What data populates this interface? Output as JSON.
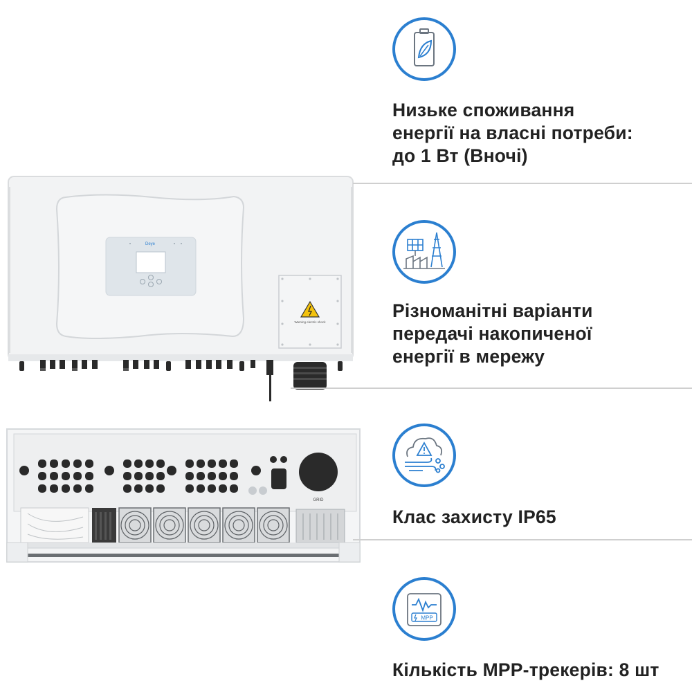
{
  "features": [
    {
      "icon": "battery-leaf-icon",
      "text": "Низьке споживання\nенергії на  власні потреби:\nдо 1 Вт (Вночі)"
    },
    {
      "icon": "solar-grid-icon",
      "text": "Різноманітні варіанти\nпередачі  накопиченої\nенергії в мережу"
    },
    {
      "icon": "weather-warning-icon",
      "text": "Клас захисту IP65"
    },
    {
      "icon": "mpp-tracker-icon",
      "text": "Кількість MPP-трекерів: 8 шт"
    }
  ],
  "product": {
    "brand": "Deye",
    "warning_label": "Warning electric shock",
    "grid_label": "GRID",
    "mpp_badge": "MPP"
  },
  "colors": {
    "accent": "#2b7fd0",
    "text": "#222222",
    "divider": "#cfcfcf",
    "inverter_body": "#f1f2f3"
  }
}
